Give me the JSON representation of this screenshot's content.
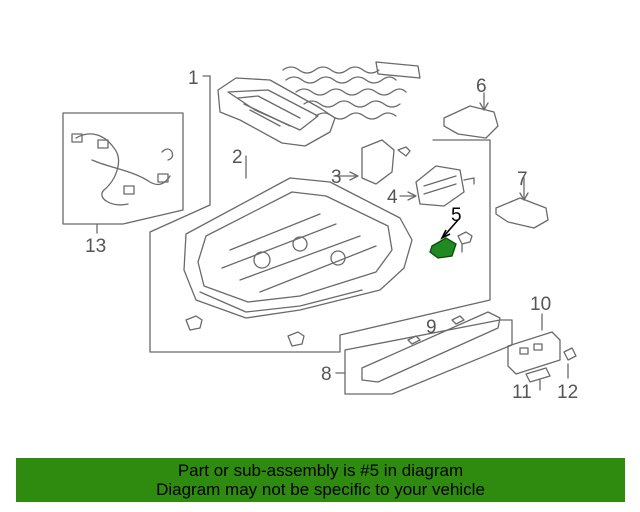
{
  "callouts": {
    "c1": "1",
    "c2": "2",
    "c3": "3",
    "c4": "4",
    "c5": "5",
    "c6": "6",
    "c7": "7",
    "c8": "8",
    "c9": "9",
    "c10": "10",
    "c11": "11",
    "c12": "12",
    "c13": "13"
  },
  "highlight_color": "#1f8a1f",
  "banner": {
    "line1": "Part or sub-assembly is #5 in diagram",
    "line2": "Diagram may not be specific to your vehicle",
    "bg_color": "#2e8b10"
  }
}
